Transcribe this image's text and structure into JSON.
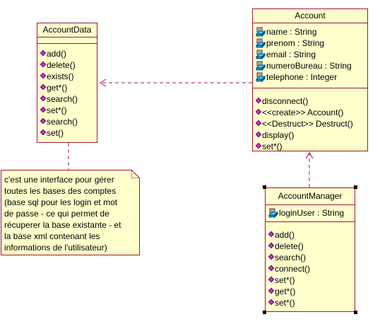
{
  "account": {
    "name": "Account",
    "attributes": [
      "name : String",
      "prenom : String",
      "email : String",
      "numeroBureau : String",
      "telephone : Integer"
    ],
    "operations": [
      "disconnect()",
      "<<create>> Account()",
      "<<Destruct>> Destruct()",
      "display()",
      "set*()"
    ]
  },
  "account_data": {
    "name": "AccountData",
    "operations": [
      "add()",
      "delete()",
      "exists()",
      "get*()",
      "search()",
      "set*()",
      "search()",
      "set()"
    ]
  },
  "account_manager": {
    "name": "AccountManager",
    "attributes": [
      "loginUser : String"
    ],
    "operations": [
      "add()",
      "delete()",
      "search()",
      "connect()",
      "set*()",
      "get*()",
      "set*()"
    ]
  },
  "note": {
    "lines": [
      "c'est une interface pour gérer",
      "toutes les bases des comptes",
      "(base sql pour les login et mot",
      "de passe - ce qui permet de",
      "récuperer la base existante - et",
      "la base xml contenant les",
      "informations de l'utilisateur)"
    ]
  },
  "colors": {
    "class_fill": "#ffffcc",
    "class_border": "#a0153e",
    "link": "#a0153e",
    "op_icon": "#cc33cc"
  }
}
